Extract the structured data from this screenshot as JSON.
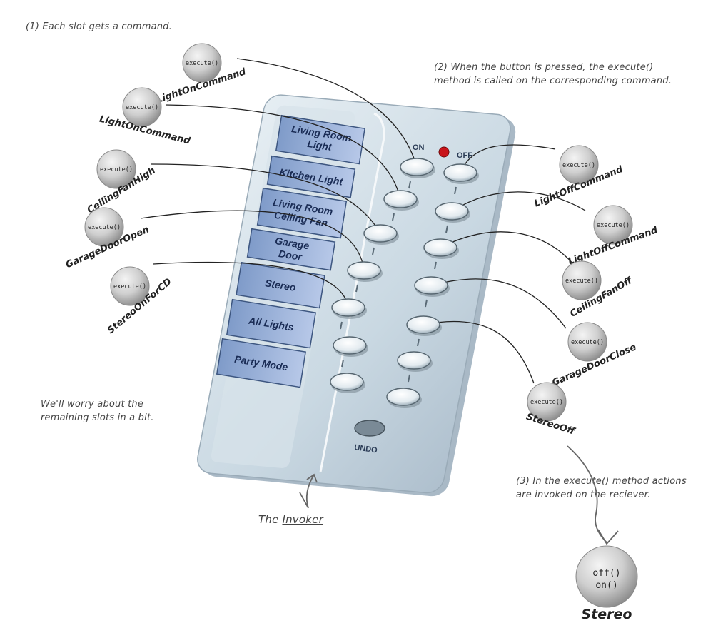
{
  "notes": {
    "step1": "(1) Each slot gets a command.",
    "step2_line1": "(2) When the button is pressed, the execute()",
    "step2_line2": "method is called on the corresponding command.",
    "step3_line1": "(3) In the execute() method actions",
    "step3_line2": "are invoked on the reciever.",
    "remaining_line1": "We'll worry about the",
    "remaining_line2": "remaining slots in a bit.",
    "invoker_prefix": "The ",
    "invoker_word": "Invoker"
  },
  "remote": {
    "on_label": "ON",
    "off_label": "OFF",
    "undo_label": "UNDO",
    "slots": [
      [
        "Living Room",
        "Light"
      ],
      [
        "Kitchen Light"
      ],
      [
        "Living Room",
        "Ceiling Fan"
      ],
      [
        "Garage",
        "Door"
      ],
      [
        "Stereo"
      ],
      [
        "All Lights"
      ],
      [
        "Party Mode"
      ]
    ]
  },
  "commands": {
    "method": "execute()",
    "left": [
      "LightOnCommand",
      "LightOnCommand",
      "CeilingFanHigh",
      "GarageDoorOpen",
      "StereoOnForCD"
    ],
    "right": [
      "LightOffCommand",
      "LightOffCommand",
      "CeilingFanOff",
      "GarageDoorClose",
      "StereoOff"
    ]
  },
  "receiver": {
    "name": "Stereo",
    "methods": [
      "off()",
      "on()"
    ]
  }
}
